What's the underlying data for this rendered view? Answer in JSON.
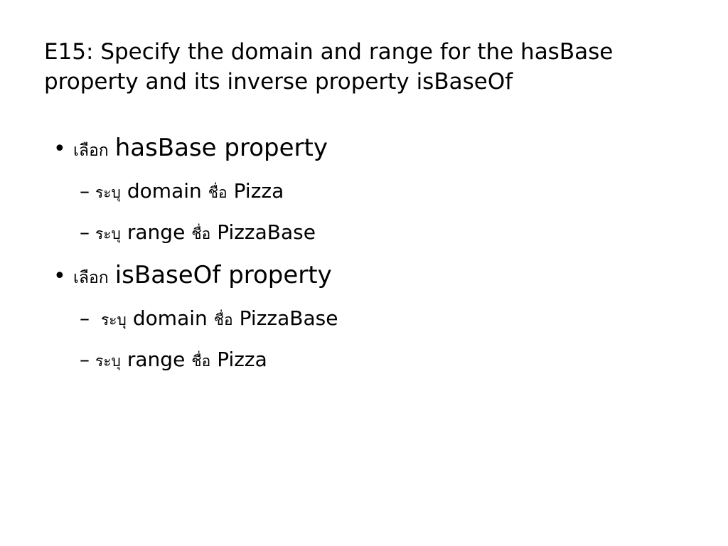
{
  "slide": {
    "title_line1": "E15: Specify the domain and range for the hasBase",
    "title_line2": "property and its inverse property isBaseOf",
    "bullet_char": "•",
    "dash_char": "–",
    "items": [
      {
        "thai_verb": "เลือก",
        "text": "hasBase property"
      },
      {
        "thai_verb": "ระบุ",
        "term": "domain",
        "thai_name": "ชื่อ",
        "value": "Pizza"
      },
      {
        "thai_verb": "ระบุ",
        "term": "range",
        "thai_name": "ชื่อ",
        "value": "PizzaBase"
      },
      {
        "thai_verb": "เลือก",
        "text": "isBaseOf property"
      },
      {
        "thai_verb": "ระบุ",
        "term": "domain",
        "thai_name": "ชื่อ",
        "value": "PizzaBase"
      },
      {
        "thai_verb": "ระบุ",
        "term": "range",
        "thai_name": "ชื่อ",
        "value": "Pizza"
      }
    ]
  }
}
